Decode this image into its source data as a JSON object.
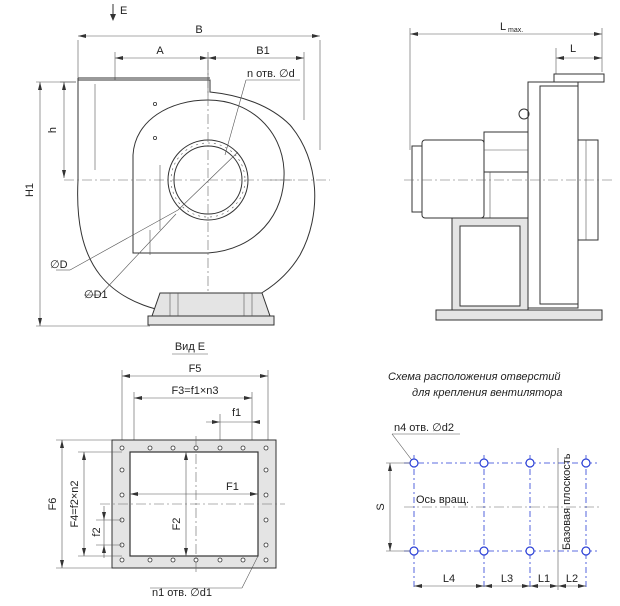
{
  "labels": {
    "E_arrow": "E",
    "B": "B",
    "A": "A",
    "B1": "B1",
    "holes_d": "n отв. ∅d",
    "h": "h",
    "H1": "H1",
    "D": "∅D",
    "D1": "∅D1",
    "Lmax_L": "L",
    "Lmax_sub": "max.",
    "L": "L",
    "view_E": "Вид E",
    "F5": "F5",
    "F3": "F3=f1×n3",
    "f1": "f1",
    "F1": "F1",
    "F6": "F6",
    "F4": "F4=f2×n2",
    "f2": "f2",
    "F2": "F2",
    "holes_d1": "n1 отв. ∅d1",
    "scheme_title_1": "Схема расположения отверстий",
    "scheme_title_2": "для крепления вентилятора",
    "holes_d2": "n4 отв. ∅d2",
    "S": "S",
    "axis_rot": "Ось вращ.",
    "base_plane": "Базовая плоскость",
    "L4": "L4",
    "L3": "L3",
    "L1": "L1",
    "L2": "L2"
  },
  "colors": {
    "line": "#333333",
    "base_fill": "#e4e4e4",
    "scheme_blue": "#2a3fd6"
  }
}
